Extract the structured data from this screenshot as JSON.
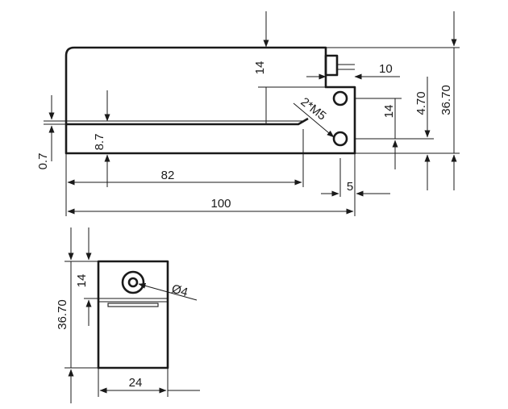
{
  "drawing": {
    "dimensions": {
      "width_total": "100",
      "length_gap": "82",
      "depth_top": "14",
      "height_total": "36.70",
      "slot_width": "0.7",
      "lower_height": "8.7",
      "pin_width": "10",
      "hole_spacing": "14",
      "hole_offset": "4.70",
      "edge_offset": "5",
      "thread_callout": "2*M5",
      "side_height": "36.70",
      "side_depth": "14",
      "side_hole": "Ø4",
      "side_width": "24"
    }
  }
}
